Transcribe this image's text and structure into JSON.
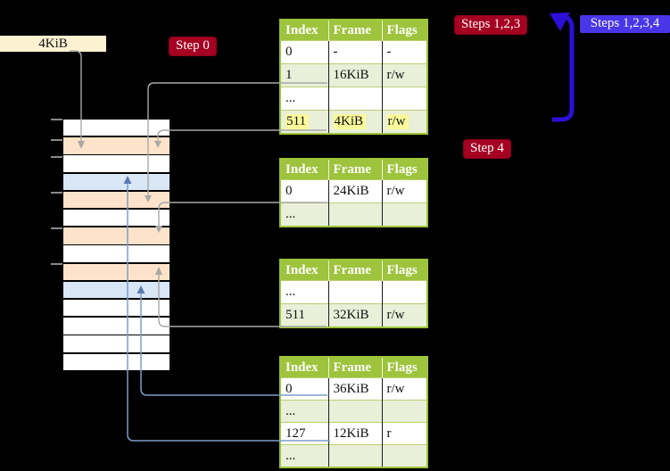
{
  "frame_label": "4KiB",
  "badges": {
    "step0": "Step 0",
    "steps123": "Steps 1,2,3",
    "steps1234": "Steps 1,2,3,4",
    "step4": "Step 4"
  },
  "colors": {
    "background": "#000000",
    "table_header_green": "#9dc43c",
    "table_row_green": "#e9efd8",
    "highlight_yellow": "#fbfa9a",
    "badge_red": "#a50021",
    "badge_blue": "#4936e8",
    "thick_arrow_blue": "#2c0fd8",
    "connector_gray": "#a8a8a8",
    "connector_blue": "#7d9dca",
    "memory_frame_peach": "#fce3c9",
    "memory_frame_blue": "#d9e6f5",
    "frame_label_cream": "#fcf2d2"
  },
  "memory": {
    "row_colors": [
      "white",
      "peach",
      "white",
      "blue",
      "peach",
      "white",
      "peach",
      "white",
      "peach",
      "blue",
      "white",
      "white",
      "white",
      "white"
    ]
  },
  "tables": [
    {
      "header": [
        "Index",
        "Frame",
        "Flags"
      ],
      "rows": [
        {
          "cells": [
            "0",
            "-",
            "-"
          ],
          "shaded": false,
          "highlight": false
        },
        {
          "cells": [
            "1",
            "16KiB",
            "r/w"
          ],
          "shaded": true,
          "highlight": false
        },
        {
          "cells": [
            "...",
            "",
            ""
          ],
          "shaded": false,
          "highlight": false
        },
        {
          "cells": [
            "511",
            "4KiB",
            "r/w"
          ],
          "shaded": true,
          "highlight": true
        }
      ]
    },
    {
      "header": [
        "Index",
        "Frame",
        "Flags"
      ],
      "rows": [
        {
          "cells": [
            "0",
            "24KiB",
            "r/w"
          ],
          "shaded": false,
          "highlight": false
        },
        {
          "cells": [
            "...",
            "",
            ""
          ],
          "shaded": true,
          "highlight": false
        }
      ]
    },
    {
      "header": [
        "Index",
        "Frame",
        "Flags"
      ],
      "rows": [
        {
          "cells": [
            "...",
            "",
            ""
          ],
          "shaded": false,
          "highlight": false
        },
        {
          "cells": [
            "511",
            "32KiB",
            "r/w"
          ],
          "shaded": true,
          "highlight": false
        }
      ]
    },
    {
      "header": [
        "Index",
        "Frame",
        "Flags"
      ],
      "rows": [
        {
          "cells": [
            "0",
            "36KiB",
            "r/w"
          ],
          "shaded": false,
          "highlight": false
        },
        {
          "cells": [
            "...",
            "",
            ""
          ],
          "shaded": true,
          "highlight": false
        },
        {
          "cells": [
            "127",
            "12KiB",
            "r"
          ],
          "shaded": false,
          "highlight": false
        },
        {
          "cells": [
            "...",
            "",
            ""
          ],
          "shaded": true,
          "highlight": false
        }
      ]
    }
  ]
}
